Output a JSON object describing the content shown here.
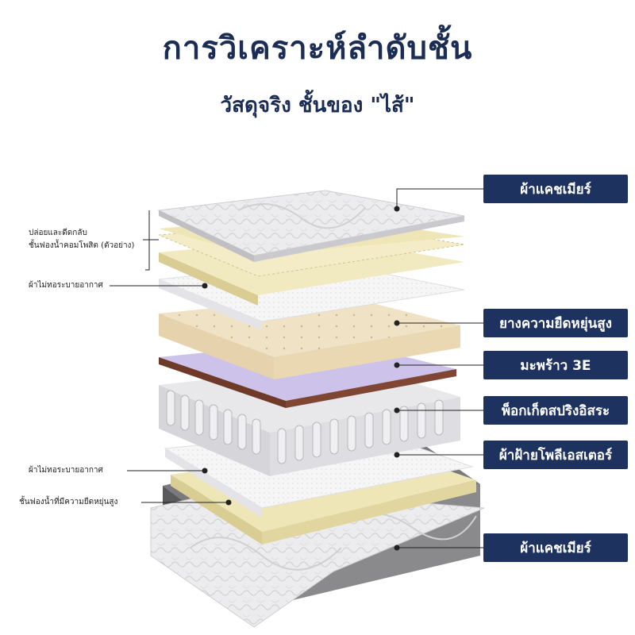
{
  "header": {
    "title": "การวิเคราะห์ลำดับชั้น",
    "subtitle": "วัสดุจริง ชั้นของ \"ไส้\""
  },
  "tags": [
    "ผ้าแคชเมียร์",
    "ยางความยืดหยุ่นสูง",
    "มะพร้าว 3E",
    "พ็อกเก็ตสปริงอิสระ",
    "ผ้าฝ้ายโพลีเอสเตอร์",
    "ผ้าแคชเมียร์"
  ],
  "notes": {
    "release_line1": "ปล่อยและดีดกลับ",
    "release_line2": "ชั้นฟองน้ำคอมโพสิต (ตัวอย่าง)",
    "nonwoven_top": "ผ้าไม่ทอระบายอากาศ",
    "nonwoven_bottom": "ผ้าไม่ทอระบายอากาศ",
    "foam_bottom": "ชั้นฟองน้ำที่มีความยืดหยุ่นสูง"
  },
  "colors": {
    "navy": "#1e3260",
    "quilt": "#e6e6e8",
    "foam": "#efe6b8",
    "latex": "#efe2c6",
    "coir": "#6e3b2a",
    "purple": "#cdc3ea"
  }
}
